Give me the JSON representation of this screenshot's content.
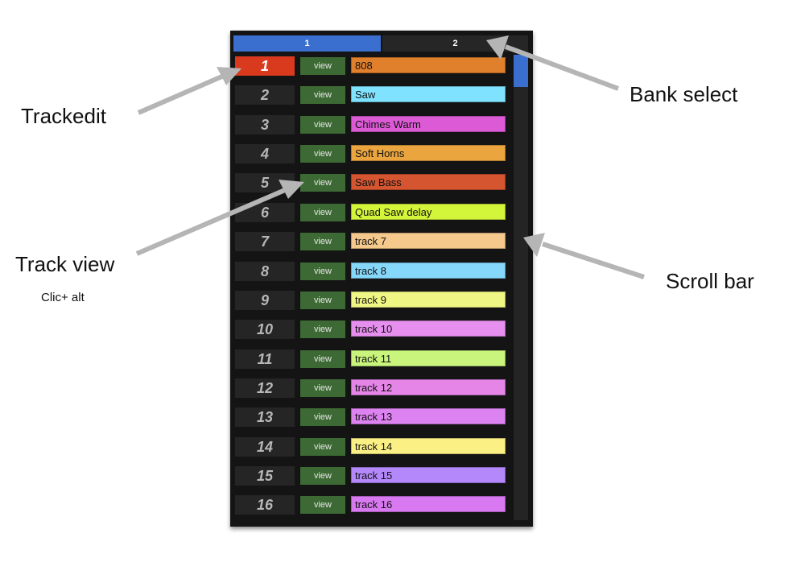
{
  "bank_select": {
    "tabs": [
      {
        "label": "1",
        "active": true
      },
      {
        "label": "2",
        "active": false
      }
    ]
  },
  "tracks": [
    {
      "number": "1",
      "view_label": "view",
      "name": "808",
      "color": "#e07f2c",
      "selected": true
    },
    {
      "number": "2",
      "view_label": "view",
      "name": "Saw",
      "color": "#7fe3ff"
    },
    {
      "number": "3",
      "view_label": "view",
      "name": "Chimes Warm",
      "color": "#dd5ad6"
    },
    {
      "number": "4",
      "view_label": "view",
      "name": "Soft Horns",
      "color": "#eaa53f"
    },
    {
      "number": "5",
      "view_label": "view",
      "name": "Saw Bass",
      "color": "#d45530"
    },
    {
      "number": "6",
      "view_label": "view",
      "name": "Quad Saw delay",
      "color": "#d3f53a"
    },
    {
      "number": "7",
      "view_label": "view",
      "name": "track 7",
      "color": "#f5c98c"
    },
    {
      "number": "8",
      "view_label": "view",
      "name": "track 8",
      "color": "#86d8fb"
    },
    {
      "number": "9",
      "view_label": "view",
      "name": "track 9",
      "color": "#f0f684"
    },
    {
      "number": "10",
      "view_label": "view",
      "name": "track 10",
      "color": "#e68fee"
    },
    {
      "number": "11",
      "view_label": "view",
      "name": "track 11",
      "color": "#c9f57c"
    },
    {
      "number": "12",
      "view_label": "view",
      "name": "track 12",
      "color": "#e485e7"
    },
    {
      "number": "13",
      "view_label": "view",
      "name": "track 13",
      "color": "#dd82f1"
    },
    {
      "number": "14",
      "view_label": "view",
      "name": "track 14",
      "color": "#fbf084"
    },
    {
      "number": "15",
      "view_label": "view",
      "name": "track 15",
      "color": "#b487fb"
    },
    {
      "number": "16",
      "view_label": "view",
      "name": "track 16",
      "color": "#d979f1"
    }
  ],
  "annotations": {
    "trackedit": "Trackedit",
    "track_view": "Track view",
    "track_view_hint": "Clic+ alt",
    "bank_select": "Bank select",
    "scroll_bar": "Scroll bar"
  }
}
